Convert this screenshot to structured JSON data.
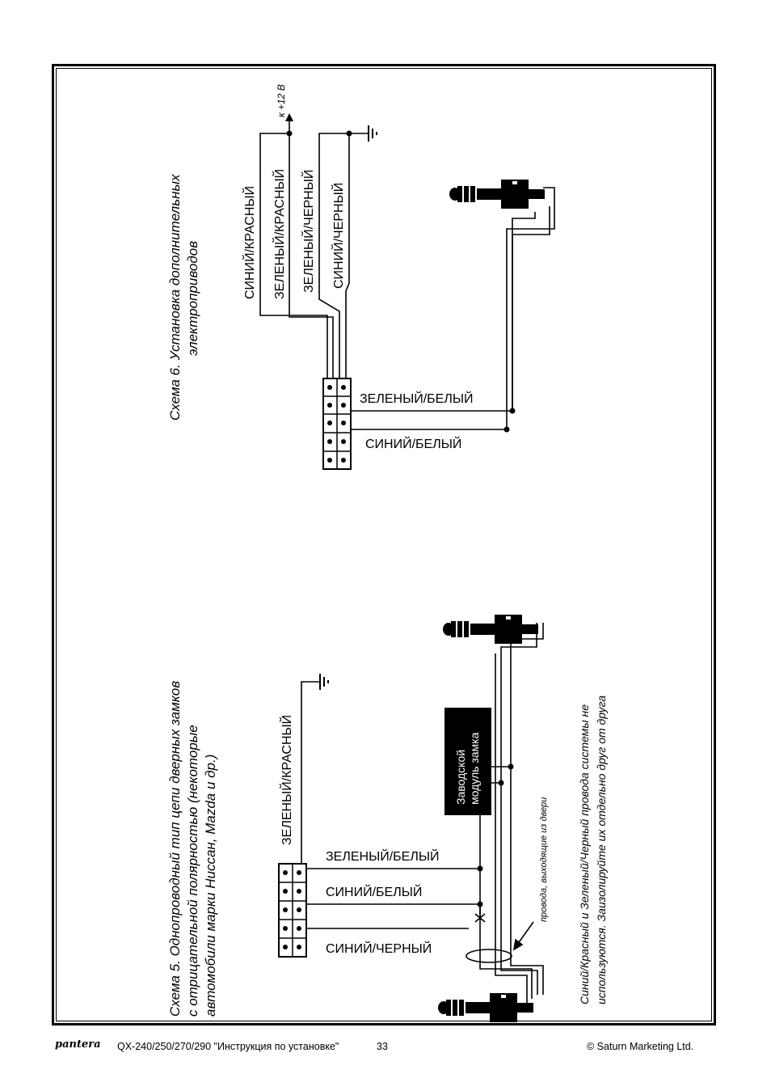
{
  "scheme5": {
    "title_lines": [
      "Схема 5. Однопроводный тип цепи дверных замков",
      "с отрицательной полярностью (некоторые",
      "автомобили марки Ниссан, Mazda и др.)"
    ],
    "wire_green_red": "ЗЕЛЕНЫЙ/КРАСНЫЙ",
    "wire_green_white": "ЗЕЛЕНЫЙ/БЕЛЫЙ",
    "wire_blue_white": "СИНИЙ/БЕЛЫЙ",
    "wire_blue_black": "СИНИЙ/ЧЕРНЫЙ",
    "module_lines": [
      "Заводской",
      "модуль замка"
    ],
    "door_wires_note": "провода, выходящие из двери",
    "footnote_lines": [
      "Синий/Красный и Зеленый/Черный провода системы не",
      "используются. Заизолируйте их отдельно друг от друга"
    ]
  },
  "scheme6": {
    "title_lines": [
      "Схема 6. Установка дополнительных",
      "электроприводов"
    ],
    "wire_blue_red": "СИНИЙ/КРАСНЫЙ",
    "wire_green_red": "ЗЕЛЕНЫЙ/КРАСНЫЙ",
    "wire_green_black": "ЗЕЛЕНЫЙ/ЧЕРНЫЙ",
    "wire_blue_black": "СИНИЙ/ЧЕРНЫЙ",
    "wire_green_white": "ЗЕЛЕНЫЙ/БЕЛЫЙ",
    "wire_blue_white": "СИНИЙ/БЕЛЫЙ",
    "plus12_label": "к +12 В"
  },
  "footer": {
    "logo_text": "pantera",
    "doc_title": "QX-240/250/270/290 \"Инструкция по установке\"",
    "page_number": "33",
    "copyright": "© Saturn Marketing Ltd."
  }
}
